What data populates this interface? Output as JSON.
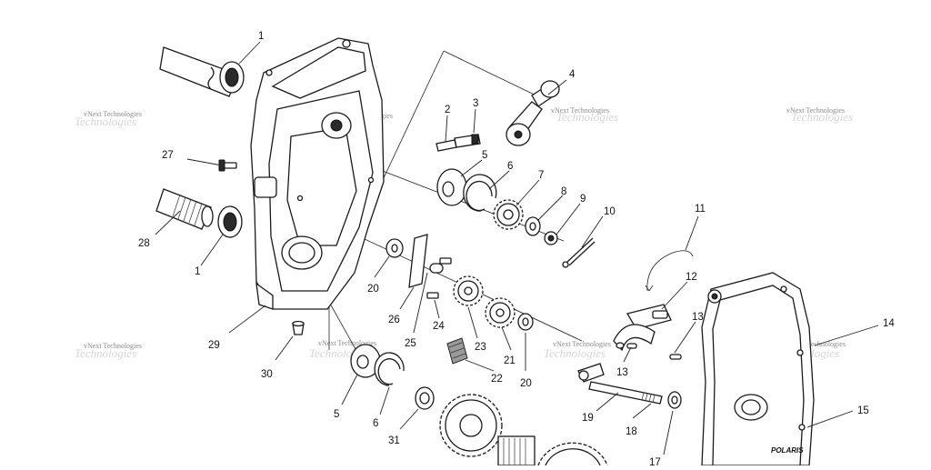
{
  "diagram": {
    "watermark_text": "vNext Technologies",
    "watermark_ghost": "Technologies",
    "callouts": [
      {
        "id": "c1a",
        "text": "1"
      },
      {
        "id": "c1b",
        "text": "1"
      },
      {
        "id": "c2",
        "text": "2"
      },
      {
        "id": "c3",
        "text": "3"
      },
      {
        "id": "c4",
        "text": "4"
      },
      {
        "id": "c5a",
        "text": "5"
      },
      {
        "id": "c5b",
        "text": "5"
      },
      {
        "id": "c6a",
        "text": "6"
      },
      {
        "id": "c6b",
        "text": "6"
      },
      {
        "id": "c7",
        "text": "7"
      },
      {
        "id": "c8",
        "text": "8"
      },
      {
        "id": "c9",
        "text": "9"
      },
      {
        "id": "c10",
        "text": "10"
      },
      {
        "id": "c11",
        "text": "11"
      },
      {
        "id": "c12",
        "text": "12"
      },
      {
        "id": "c13a",
        "text": "13"
      },
      {
        "id": "c13b",
        "text": "13"
      },
      {
        "id": "c14",
        "text": "14"
      },
      {
        "id": "c15",
        "text": "15"
      },
      {
        "id": "c17",
        "text": "17"
      },
      {
        "id": "c18",
        "text": "18"
      },
      {
        "id": "c19",
        "text": "19"
      },
      {
        "id": "c20a",
        "text": "20"
      },
      {
        "id": "c20b",
        "text": "20"
      },
      {
        "id": "c21",
        "text": "21"
      },
      {
        "id": "c22",
        "text": "22"
      },
      {
        "id": "c23",
        "text": "23"
      },
      {
        "id": "c24",
        "text": "24"
      },
      {
        "id": "c25",
        "text": "25"
      },
      {
        "id": "c26",
        "text": "26"
      },
      {
        "id": "c27",
        "text": "27"
      },
      {
        "id": "c28",
        "text": "28"
      },
      {
        "id": "c29",
        "text": "29"
      },
      {
        "id": "c30",
        "text": "30"
      },
      {
        "id": "c31",
        "text": "31"
      }
    ],
    "cover_logo": "POLARIS"
  }
}
